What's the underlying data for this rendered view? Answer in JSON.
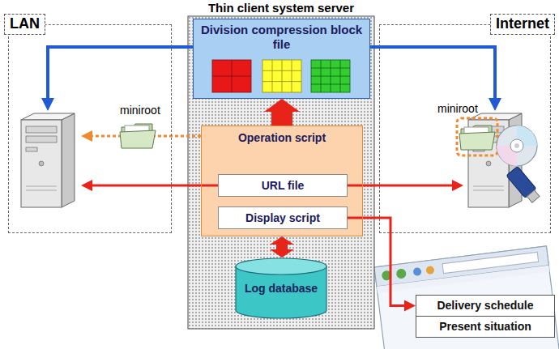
{
  "diagram": {
    "nodes": [
      {
        "text": [
          "Thin client system server"
        ]
      },
      {
        "text": [
          "Division compression block file"
        ],
        "in": 0
      },
      {
        "text": [
          "Operation script"
        ],
        "in": 0
      },
      {
        "text": [
          "URL file"
        ],
        "in": 2
      },
      {
        "text": [
          "Display script"
        ],
        "in": 2
      },
      {
        "text": [
          "Log database"
        ],
        "in": 0
      },
      {
        "text": [
          "LAN"
        ]
      },
      {
        "text": [
          "Internet"
        ]
      },
      {
        "text": [
          "Delivery schedule"
        ]
      },
      {
        "text": [
          "Present situation"
        ]
      }
    ],
    "edges": [
      {
        "from": 1,
        "to": 6,
        "arrow": "to"
      },
      {
        "from": 1,
        "to": 7,
        "arrow": "to"
      },
      {
        "from": 2,
        "to": 1,
        "arrow": "to"
      },
      {
        "from": 2,
        "to": 5,
        "arrow": "both"
      },
      {
        "from": 3,
        "to": 6,
        "arrow": "to"
      },
      {
        "from": 3,
        "to": 7,
        "arrow": "to"
      },
      {
        "from": 4,
        "to": 8,
        "arrow": "to"
      },
      {
        "from": 2,
        "to": 6,
        "arrow": "to"
      }
    ],
    "labels": [
      "miniroot",
      "miniroot"
    ]
  }
}
